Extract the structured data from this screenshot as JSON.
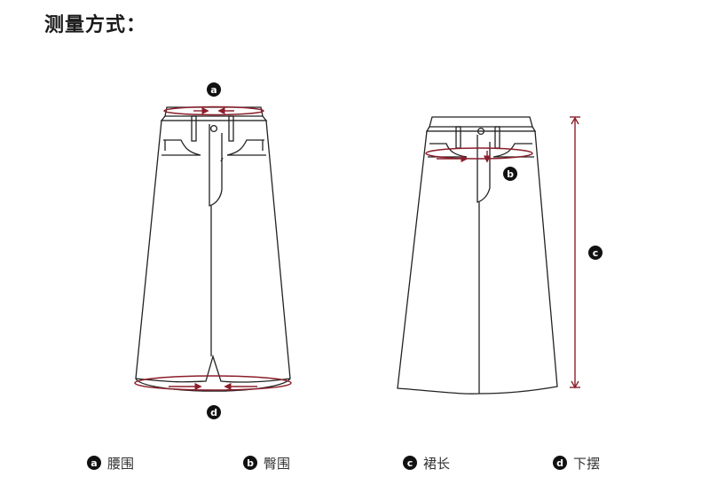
{
  "title": "测量方式：",
  "colors": {
    "outline": "#222222",
    "measure": "#8b1e2b",
    "marker_bg": "#111111",
    "marker_fg": "#ffffff"
  },
  "markers": {
    "a": "a",
    "b": "b",
    "c": "c",
    "d": "d"
  },
  "legend": [
    {
      "key": "a",
      "label": "腰围"
    },
    {
      "key": "b",
      "label": "臀围"
    },
    {
      "key": "c",
      "label": "裙长"
    },
    {
      "key": "d",
      "label": "下摆"
    }
  ]
}
